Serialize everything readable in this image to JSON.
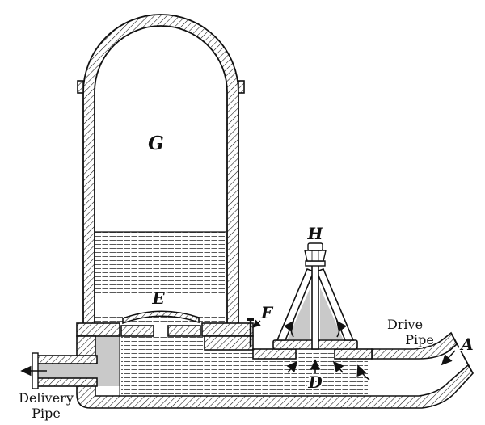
{
  "figure": {
    "labels": {
      "air_chamber": "G",
      "check_valve": "E",
      "snifter_valve": "F",
      "waste_valve": "H",
      "valve_port": "D",
      "inlet": "A"
    },
    "captions": {
      "drive_pipe_line1": "Drive",
      "drive_pipe_line2": "Pipe",
      "delivery_pipe_line1": "Delivery",
      "delivery_pipe_line2": "Pipe"
    },
    "colors": {
      "ink": "#111111",
      "paper": "#ffffff",
      "shade": "#c9c9c9"
    }
  }
}
